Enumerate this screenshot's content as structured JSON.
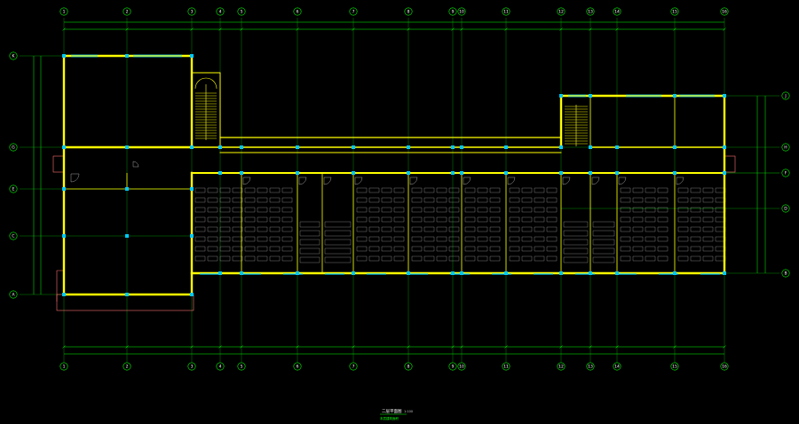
{
  "colors": {
    "background": "#000000",
    "wall": "#ffff00",
    "column": "#00c8ff",
    "grid": "#00b000",
    "dimension": "#00ff00",
    "furniture": "#c8c8c8",
    "outline": "#ff7070",
    "bubble": "#00ff00"
  },
  "grid_top": [
    "1",
    "2",
    "3",
    "4",
    "5",
    "6",
    "7",
    "8",
    "9",
    "10",
    "11",
    "12",
    "13",
    "14",
    "15",
    "16"
  ],
  "grid_left": [
    "K",
    "G",
    "E",
    "C",
    "A"
  ],
  "grid_right": [
    "J",
    "H",
    "F",
    "D",
    "B"
  ],
  "title": "二层平面图",
  "scale_text": "1:100",
  "subtitle": "本层建筑面积"
}
